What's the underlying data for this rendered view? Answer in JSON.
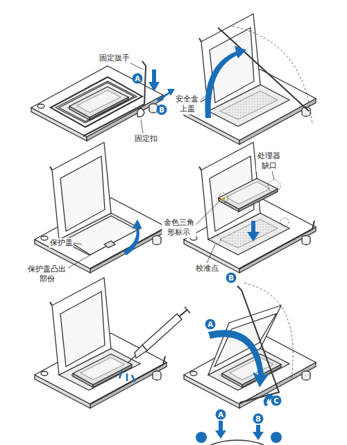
{
  "diagram": {
    "labels": [
      "固定扳手",
      "A",
      "B",
      "固定扣",
      "安全盒 上盖",
      "保护盖",
      "保护盖凸出 部份",
      "处理器 缺口",
      "金色三角 形标示",
      "校准点",
      "B",
      "A",
      "C",
      "A",
      "B"
    ]
  }
}
